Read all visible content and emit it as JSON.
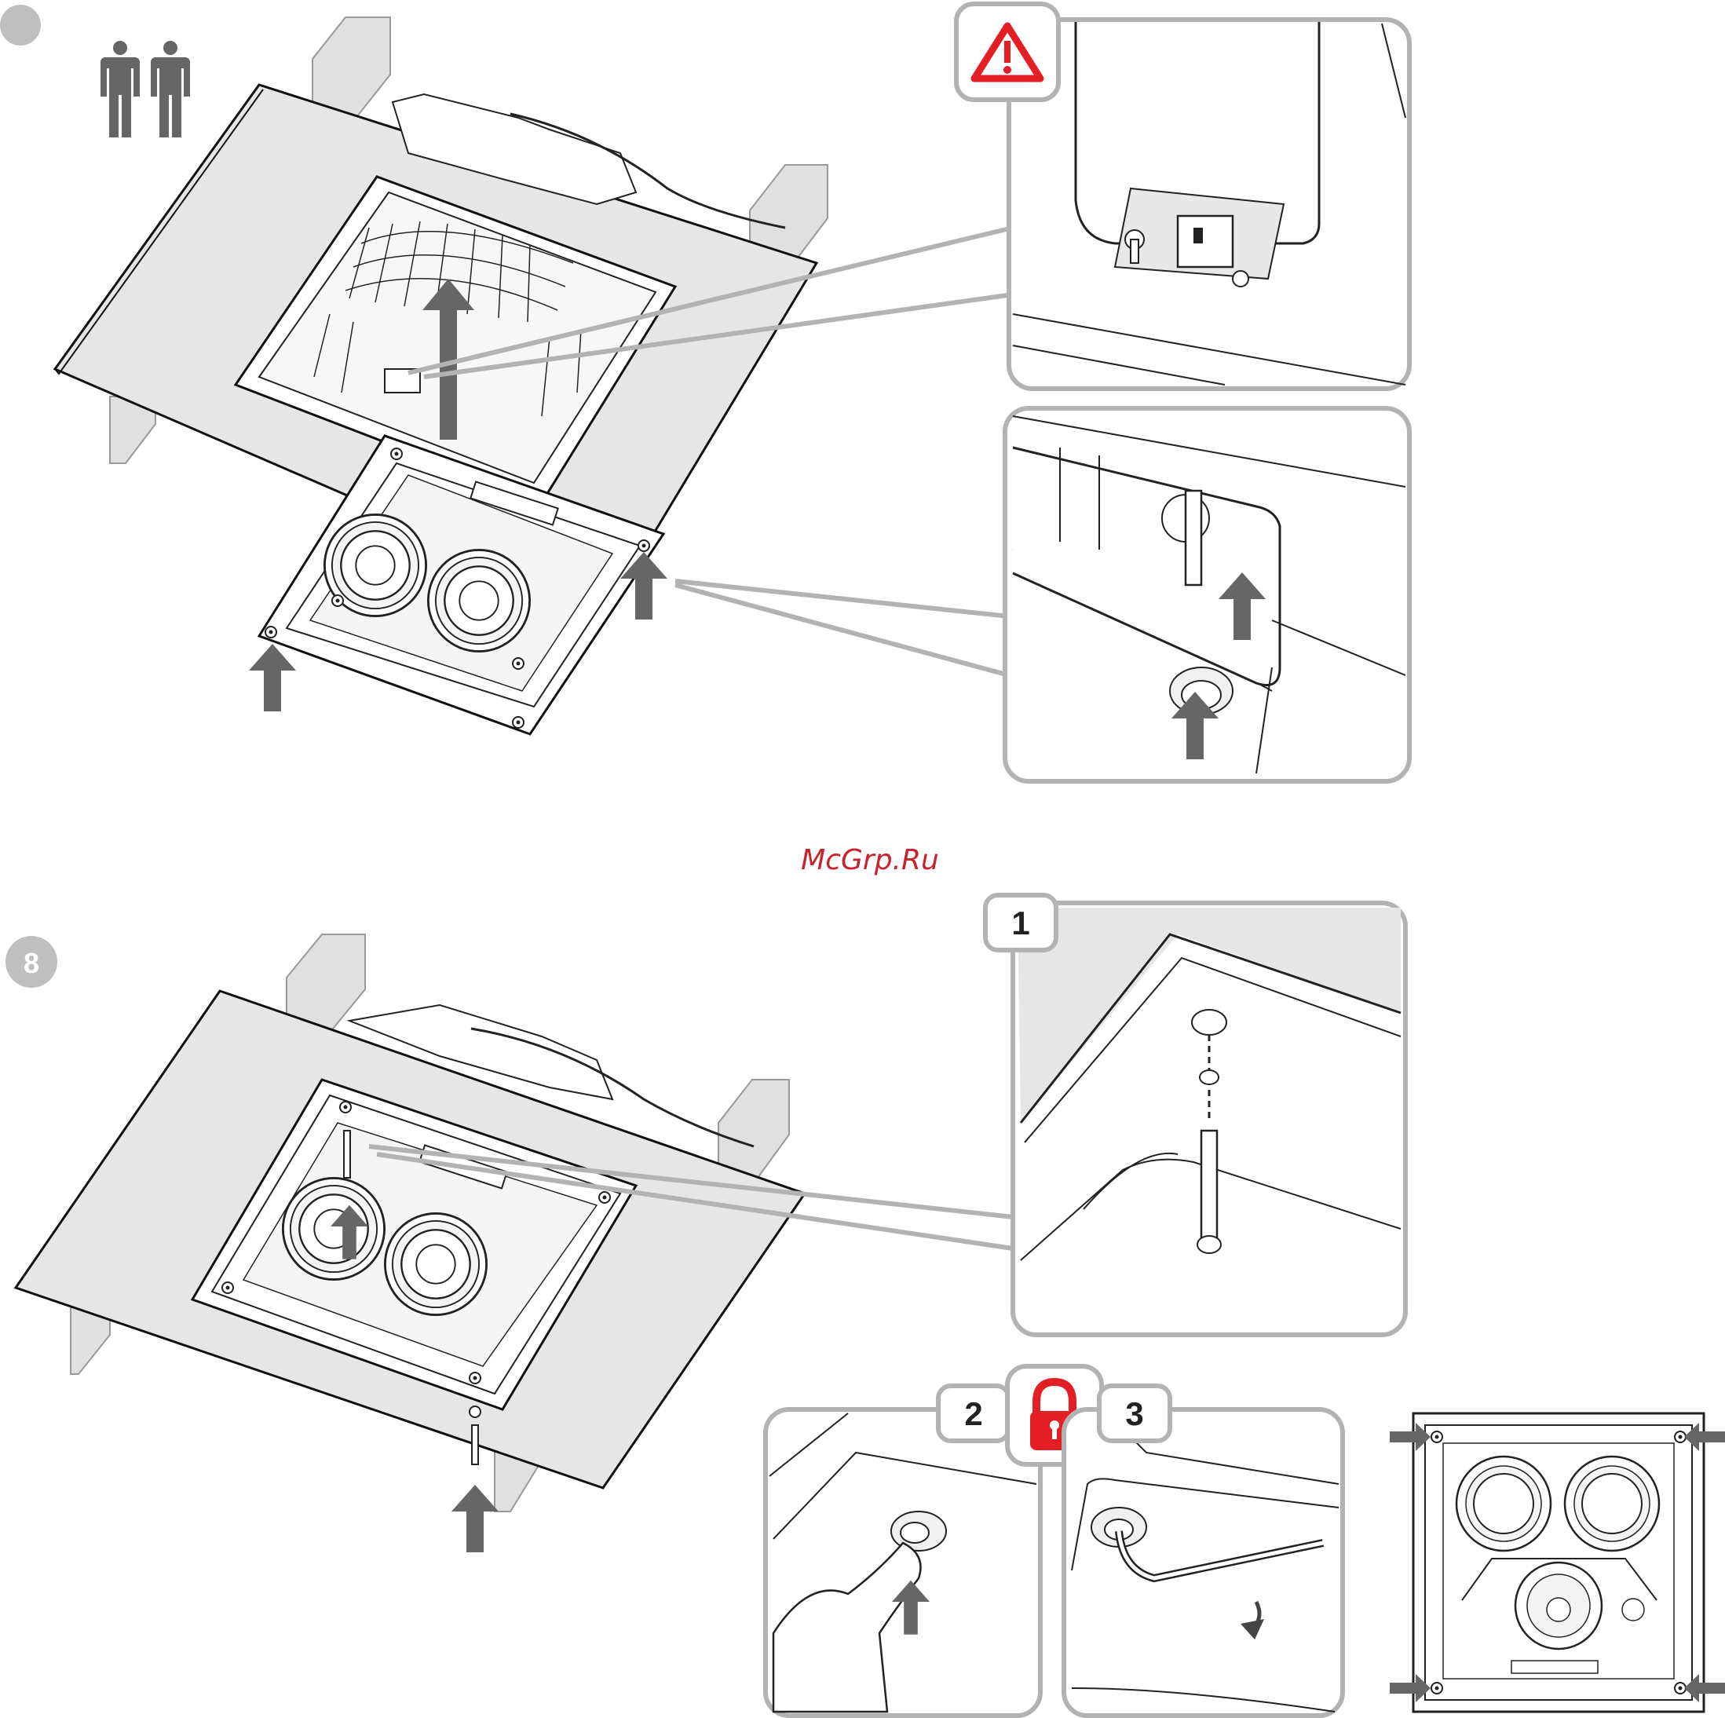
{
  "top_step": {
    "number": ""
  },
  "bottom_step": {
    "number": "8"
  },
  "watermark": {
    "text": "McGrp.Ru"
  },
  "callouts": {
    "detail_1": "1",
    "detail_2": "2",
    "detail_3": "3"
  },
  "icons": {
    "people": "two-people-icon",
    "warning": "warning-icon",
    "lock": "padlock-icon",
    "arrow": "up-arrow-icon"
  },
  "colors": {
    "step_badge": "#bfbfbf",
    "panel_border": "#b3b3b3",
    "panel_fill": "#e6e6e6",
    "accent_red": "#e31e24",
    "arrow": "#666666",
    "watermark": "#c8232c"
  }
}
